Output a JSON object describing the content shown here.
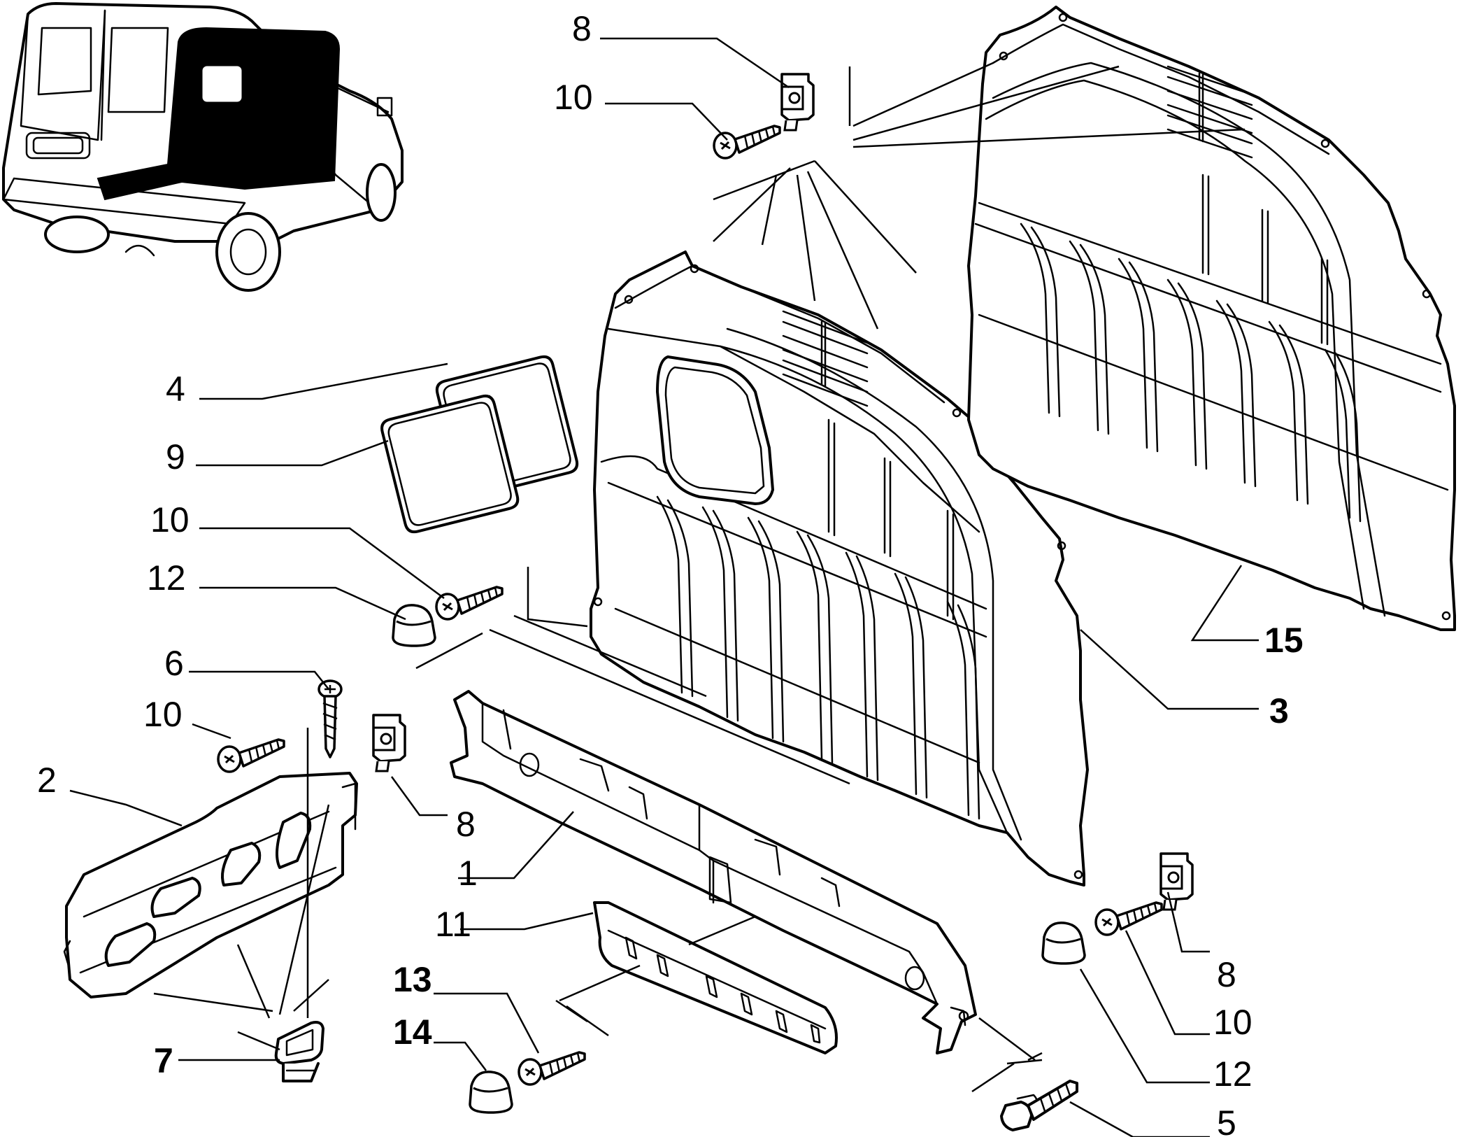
{
  "callouts": [
    {
      "id": "c8-top",
      "label": "8",
      "bold": false
    },
    {
      "id": "c10-top",
      "label": "10",
      "bold": false
    },
    {
      "id": "c4",
      "label": "4",
      "bold": false
    },
    {
      "id": "c9",
      "label": "9",
      "bold": false
    },
    {
      "id": "c10-mid",
      "label": "10",
      "bold": false
    },
    {
      "id": "c12-left",
      "label": "12",
      "bold": false
    },
    {
      "id": "c6",
      "label": "6",
      "bold": false
    },
    {
      "id": "c10-left",
      "label": "10",
      "bold": false
    },
    {
      "id": "c2",
      "label": "2",
      "bold": false
    },
    {
      "id": "c8-mid",
      "label": "8",
      "bold": false
    },
    {
      "id": "c1",
      "label": "1",
      "bold": false
    },
    {
      "id": "c11",
      "label": "11",
      "bold": false
    },
    {
      "id": "c13",
      "label": "13",
      "bold": true
    },
    {
      "id": "c14",
      "label": "14",
      "bold": true
    },
    {
      "id": "c7",
      "label": "7",
      "bold": true
    },
    {
      "id": "c15",
      "label": "15",
      "bold": true
    },
    {
      "id": "c3",
      "label": "3",
      "bold": true
    },
    {
      "id": "c8-right",
      "label": "8",
      "bold": false
    },
    {
      "id": "c10-right",
      "label": "10",
      "bold": false
    },
    {
      "id": "c12-right",
      "label": "12",
      "bold": false
    },
    {
      "id": "c5",
      "label": "5",
      "bold": false
    }
  ]
}
